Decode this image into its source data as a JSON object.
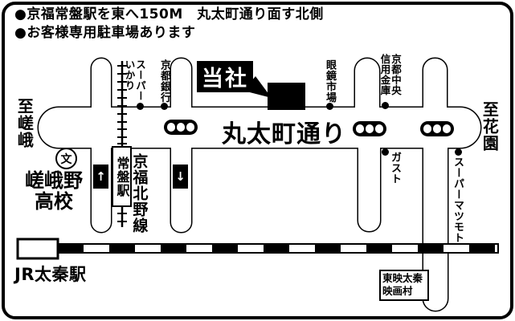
{
  "page": {
    "notes": [
      "●京福常盤駅を東へ150M　丸太町通り面す北側",
      "●お客様専用駐車場あります"
    ]
  },
  "map": {
    "company_label": "当社",
    "main_road": "丸太町通り",
    "dir_west": "至嵯峨",
    "dir_east": "至花園",
    "keifuku_line": "京福北野線",
    "tokiwa_station": "常盤駅",
    "jr_station": "JR太秦駅",
    "arrow_up": "↑",
    "arrow_down": "↓",
    "school_glyph": "文",
    "sagano_hs_line1": "嵯峨野",
    "sagano_hs_line2": "高校",
    "toei_line1": "東映太秦",
    "toei_line2": "映画村",
    "ikari_col1": "スーパー",
    "ikari_col2": "いかり",
    "kyoto_bank": "京都銀行",
    "megane_ichiba": "眼鏡市場",
    "shinkin_col1": "京都中央",
    "shinkin_col2": "信用金庫",
    "gusto": "ガスト",
    "super_matsumoto": "スーパーマツモト"
  },
  "icons": {
    "landmark_dot": "●",
    "traffic_light": "signal-3-lamps",
    "jr_line_style": "black-white-striped",
    "building_marker": "black-rectangle"
  },
  "colors": {
    "ink": "#000000",
    "paper": "#ffffff"
  }
}
